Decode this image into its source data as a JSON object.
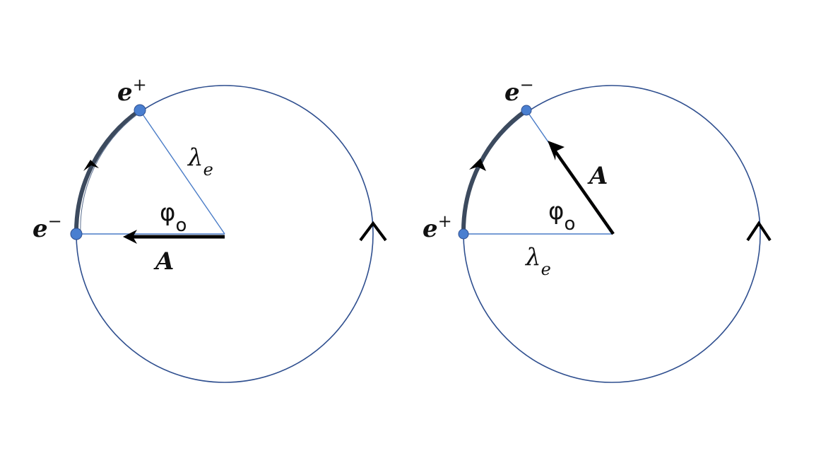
{
  "colors": {
    "circle": "#2f4f8f",
    "radius_line": "#4a7cc7",
    "arc": "#3c4a5e",
    "charge_dot": "#4a7fd0",
    "vector": "#000000"
  },
  "panels": [
    {
      "top_charge": {
        "base": "e",
        "sign": "+"
      },
      "bottom_charge": {
        "base": "e",
        "sign": "−"
      },
      "wavelength": {
        "base": "λ",
        "sub": "e"
      },
      "angle": {
        "base": "φ",
        "sub": "o"
      },
      "vector_label": "A",
      "arc_direction": "counterclockwise"
    },
    {
      "top_charge": {
        "base": "e",
        "sign": "−"
      },
      "bottom_charge": {
        "base": "e",
        "sign": "+"
      },
      "wavelength": {
        "base": "λ",
        "sub": "e"
      },
      "angle": {
        "base": "φ",
        "sub": "o"
      },
      "vector_label": "A",
      "arc_direction": "clockwise"
    }
  ]
}
